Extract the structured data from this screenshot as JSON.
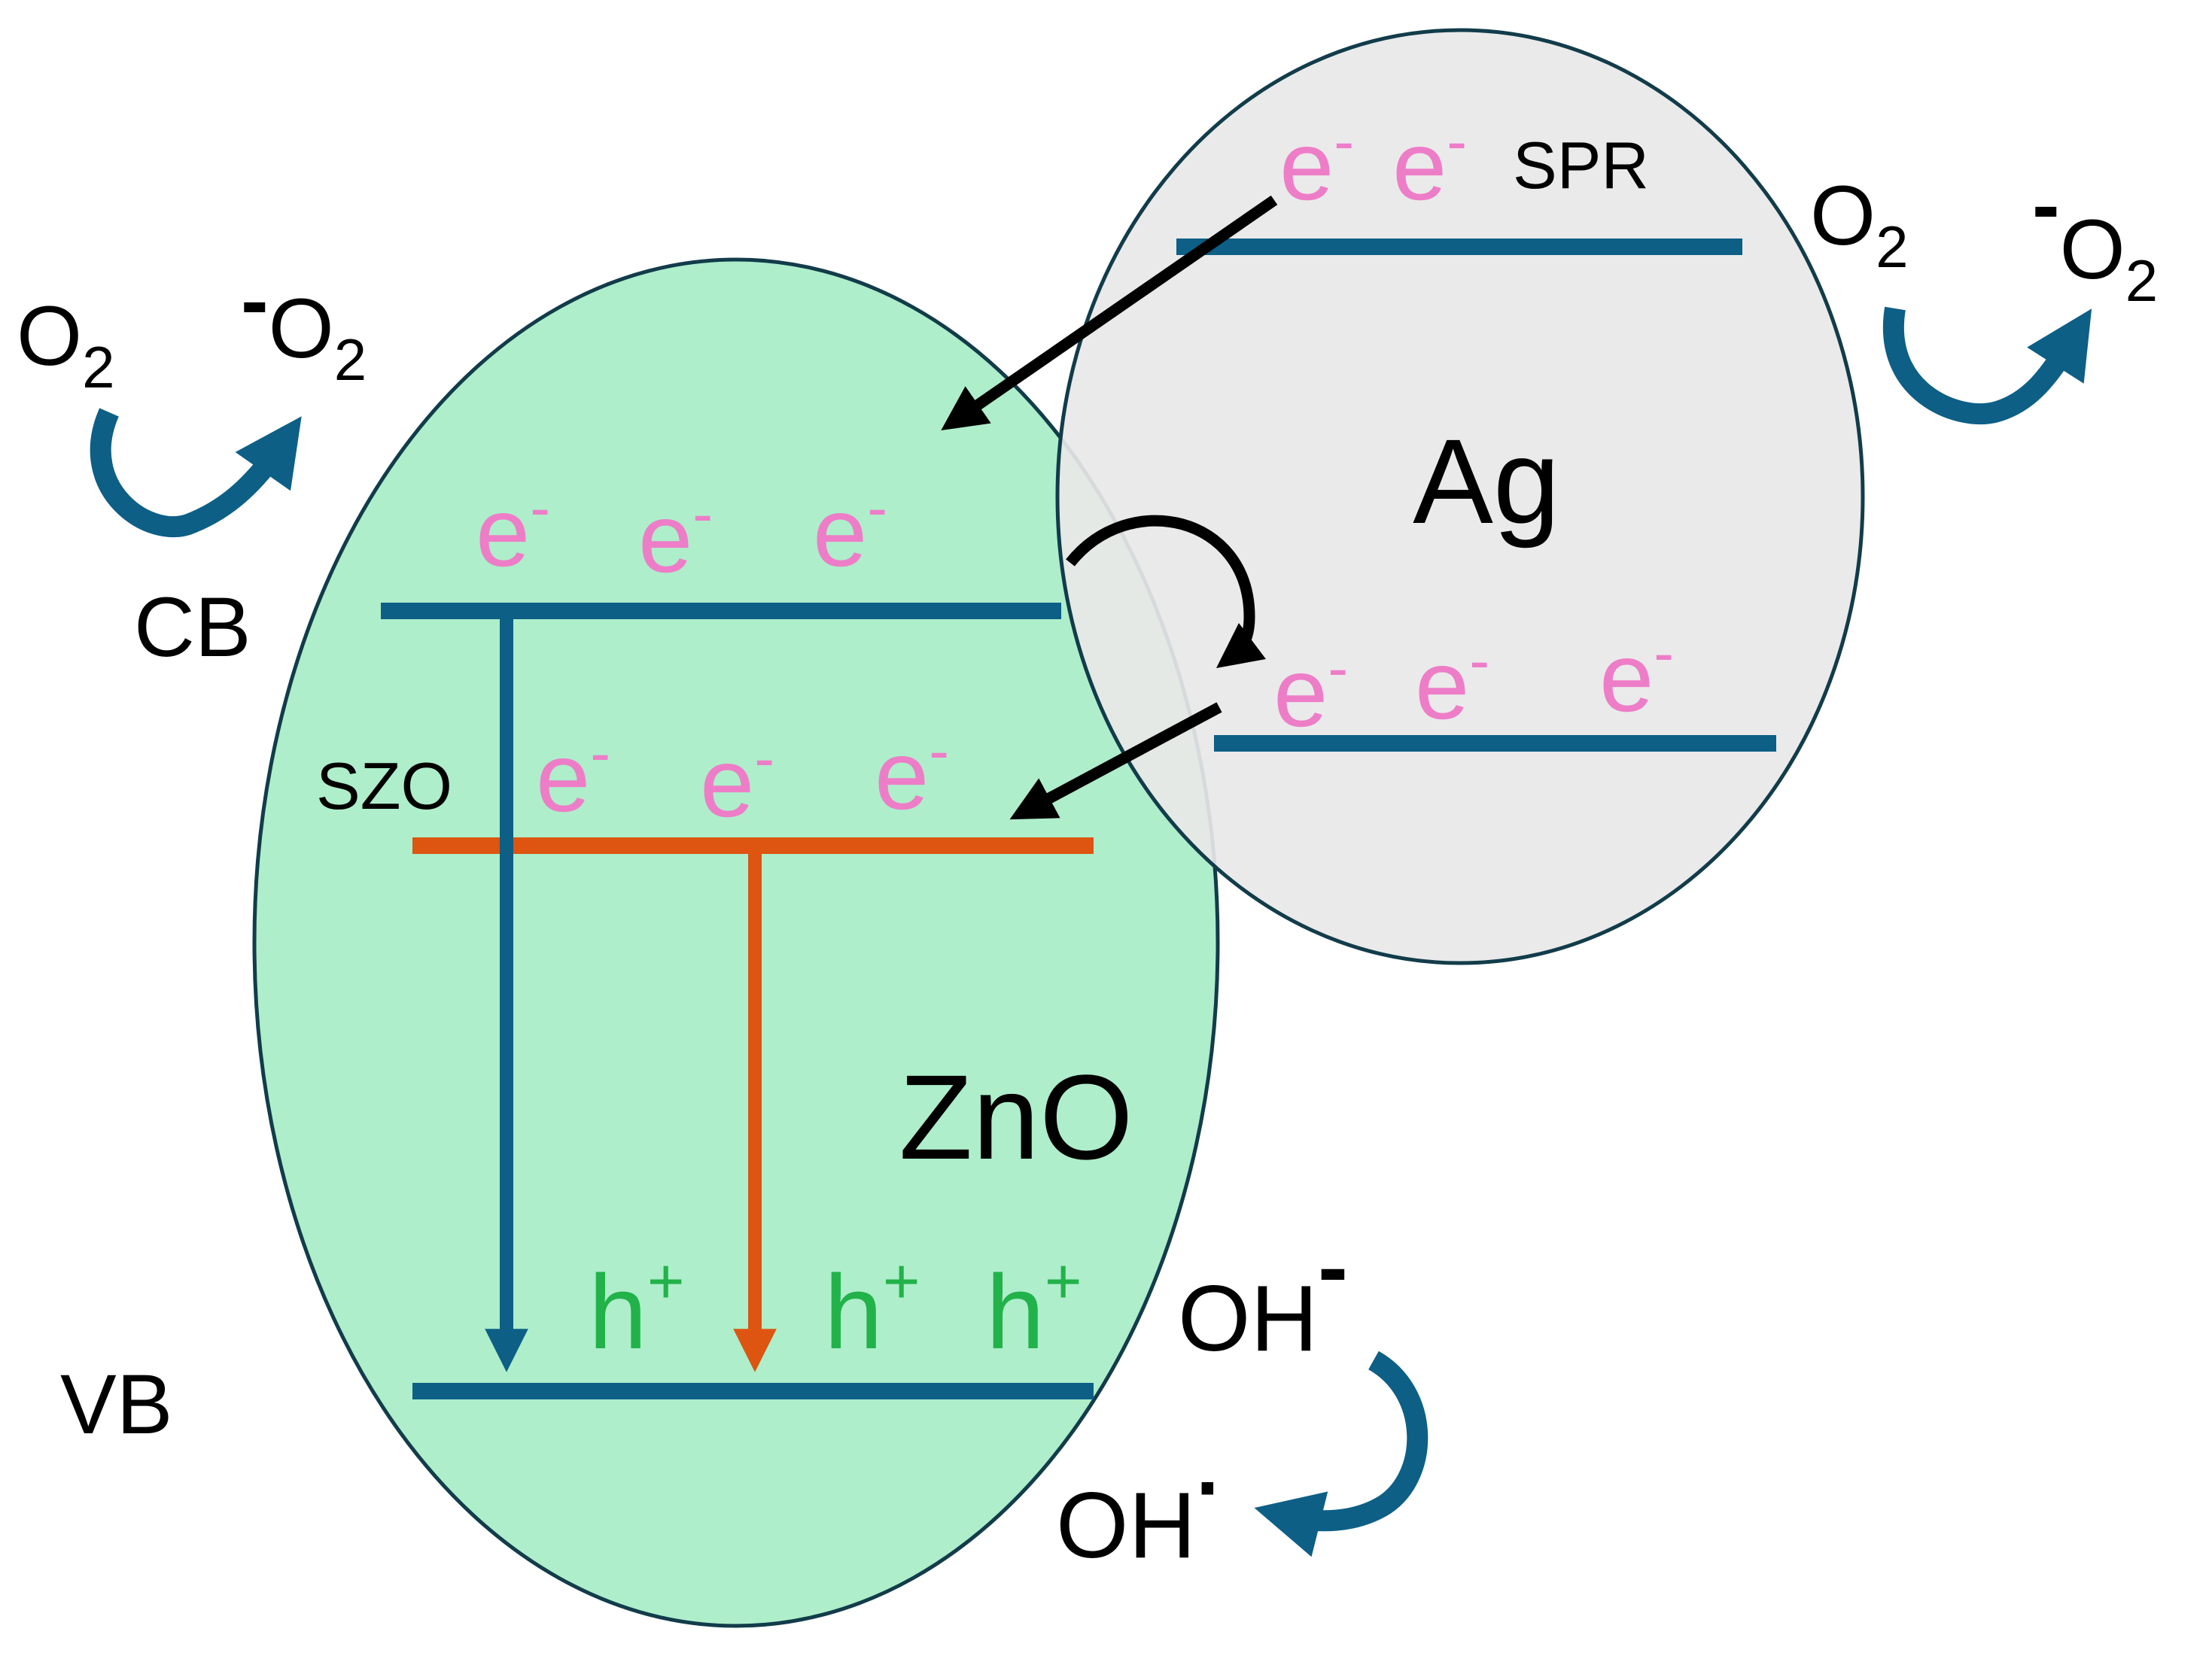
{
  "colors": {
    "zno_fill": "#aeeecb",
    "ag_fill": "#e8e8e8",
    "outline": "#123c4a",
    "level": "#0d5f86",
    "defect_level": "#dd5510",
    "electron": "#ee7dc8",
    "hole": "#22b24a",
    "curved_arrow": "#0d5f86",
    "transfer_arrow": "#000000"
  },
  "zno": {
    "label": "ZnO",
    "cb_label": "CB",
    "vb_label": "VB",
    "defect_label": "SZO"
  },
  "ag": {
    "label": "Ag",
    "spr_label": "SPR"
  },
  "species": {
    "e_base": "e",
    "e_sup": "-",
    "h_base": "h",
    "h_sup": "+",
    "o2_left": {
      "base": "O",
      "sub": "2"
    },
    "superoxide_left": {
      "sup": "-",
      "base": "O",
      "sub": "2"
    },
    "o2_right": {
      "base": "O",
      "sub": "2"
    },
    "superoxide_right": {
      "sup": "-",
      "base": "O",
      "sub": "2"
    },
    "hydroxide": {
      "base": "OH",
      "sup": "-"
    },
    "hydroxyl_radical": {
      "base": "OH",
      "sup": "·"
    }
  }
}
